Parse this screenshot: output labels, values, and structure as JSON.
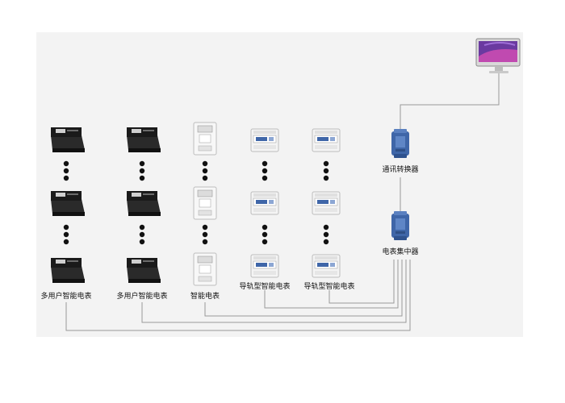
{
  "diagram": {
    "labels": {
      "group1": "多用户智能电表",
      "group2": "多用户智能电表",
      "group3": "智能电表",
      "group4": "导轨型智能电表",
      "group5": "导轨型智能电表",
      "converter": "通讯转换器",
      "concentrator": "电表集中器"
    },
    "icons": {
      "multi_user_meter": "multi-user-meter-icon",
      "single_phase_meter": "smart-meter-icon",
      "din_rail_meter": "din-rail-meter-icon",
      "converter": "converter-icon",
      "concentrator": "concentrator-icon",
      "computer": "computer-monitor-icon"
    },
    "colors": {
      "panel_bg": "#f3f3f3",
      "line": "#9a9a9a",
      "dot": "#111111",
      "module_blue": "#3f66a8",
      "meter_dark": "#1c1c1c"
    }
  }
}
